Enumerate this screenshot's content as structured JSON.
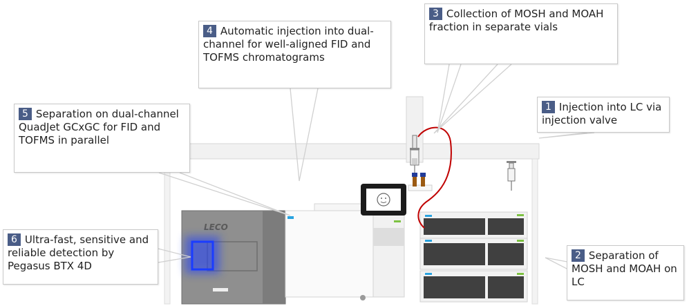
{
  "callouts": [
    {
      "id": "1",
      "text": "Injection into LC via injection valve"
    },
    {
      "id": "2",
      "text": "Separation of MOSH and MOAH on LC"
    },
    {
      "id": "3",
      "text": "Collection of MOSH and MOAH fraction in separate vials"
    },
    {
      "id": "4",
      "text": "Automatic injection into dual-channel for well-aligned FID and TOFMS chromatograms"
    },
    {
      "id": "5",
      "text": "Separation on dual-channel QuadJet GCxGC for FID and TOFMS in parallel"
    },
    {
      "id": "6",
      "text": "Ultra-fast, sensitive and reliable detection by Pegasus BTX 4D"
    }
  ],
  "instrument": {
    "brand_label": "LECO"
  },
  "colors": {
    "badge": "#4a5d87",
    "tubing": "#c00000",
    "detector_glow": "#1a3cff",
    "accent_blue": "#29a3e0",
    "accent_green": "#7dc242"
  }
}
